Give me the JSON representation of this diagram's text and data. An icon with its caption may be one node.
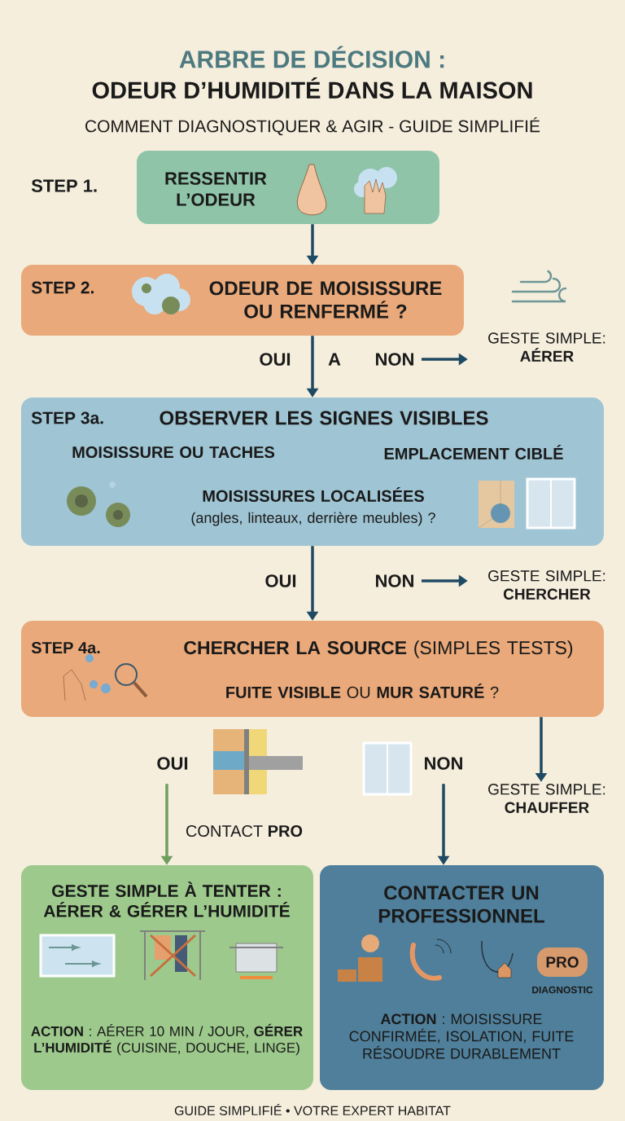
{
  "diagram": {
    "title": "ARBRE DE DÉCISION :",
    "nodes": [
      {
        "text": [
          "RESSENTIR L’ODEUR"
        ],
        "beside": [
          "STEP 1."
        ]
      },
      {
        "text": [
          "STEP 2.",
          "ODEUR DE MOISISSURE OU RENFERMÉ ?"
        ]
      },
      {
        "text": [
          "GESTE SIMPLE: **AÉRER**"
        ]
      },
      {
        "text": [
          "STEP 3a.",
          "OBSERVER LES SIGNES VISIBLES",
          "MOISISSURE OU TACHES",
          "EMPLACEMENT CIBLÉ",
          "MOISISSURES LOCALISÉES",
          "(angles, linteaux, derrière meubles) ?"
        ]
      },
      {
        "text": [
          "GESTE SIMPLE: **CHERCHER**"
        ]
      },
      {
        "text": [
          "STEP 4a.",
          "**CHERCHER LA SOURCE** (SIMPLES TESTS)",
          "**FUITE VISIBLE** OU **MUR SATURÉ** ?"
        ]
      },
      {
        "text": [
          "GESTE SIMPLE: **CHAUFFER**"
        ]
      },
      {
        "text": [
          "GESTE SIMPLE À TENTER : AÉRER & GÉRER L’HUMIDITÉ",
          "**ACTION** : AÉRER 10 MIN / JOUR, **GÉRER L’HUMIDITÉ** (CUISINE, DOUCHE, LINGE)"
        ]
      },
      {
        "text": [
          "CONTACTER UN PROFESSIONNEL",
          "**ACTION** : MOISISSURE CONFIRMÉE, ISOLATION, FUITE RÉSOUDRE DURABLEMENT"
        ]
      },
      {
        "text": [
          "PRO"
        ],
        "in": 8,
        "beside": [
          "DIAGNOSTIC"
        ]
      }
    ],
    "edges": [
      {
        "from": 0,
        "to": 1,
        "arrow": "to"
      },
      {
        "from": 1,
        "to": 3,
        "arrow": "to",
        "label": "OUI"
      },
      {
        "from": null,
        "to": 2,
        "arrow": "to",
        "label": "NON"
      },
      {
        "from": 3,
        "to": 5,
        "arrow": "to",
        "label": "OUI"
      },
      {
        "from": null,
        "to": 4,
        "arrow": "to",
        "label": "NON"
      },
      {
        "from": 5,
        "to": 6,
        "arrow": "to"
      },
      {
        "from": 5,
        "to": 7,
        "arrow": "to",
        "label": "OUI",
        "color": "#6f9e5f"
      },
      {
        "from": 5,
        "to": 8,
        "arrow": "to",
        "label": "NON"
      }
    ],
    "labels": [
      "ODEUR D’HUMIDITÉ DANS LA MAISON",
      "COMMENT DIAGNOSTIQUER & AGIR - GUIDE SIMPLIFIÉ",
      "A",
      "CONTACT **PRO**",
      "GUIDE SIMPLIFIÉ • VOTRE EXPERT HABITAT"
    ]
  }
}
